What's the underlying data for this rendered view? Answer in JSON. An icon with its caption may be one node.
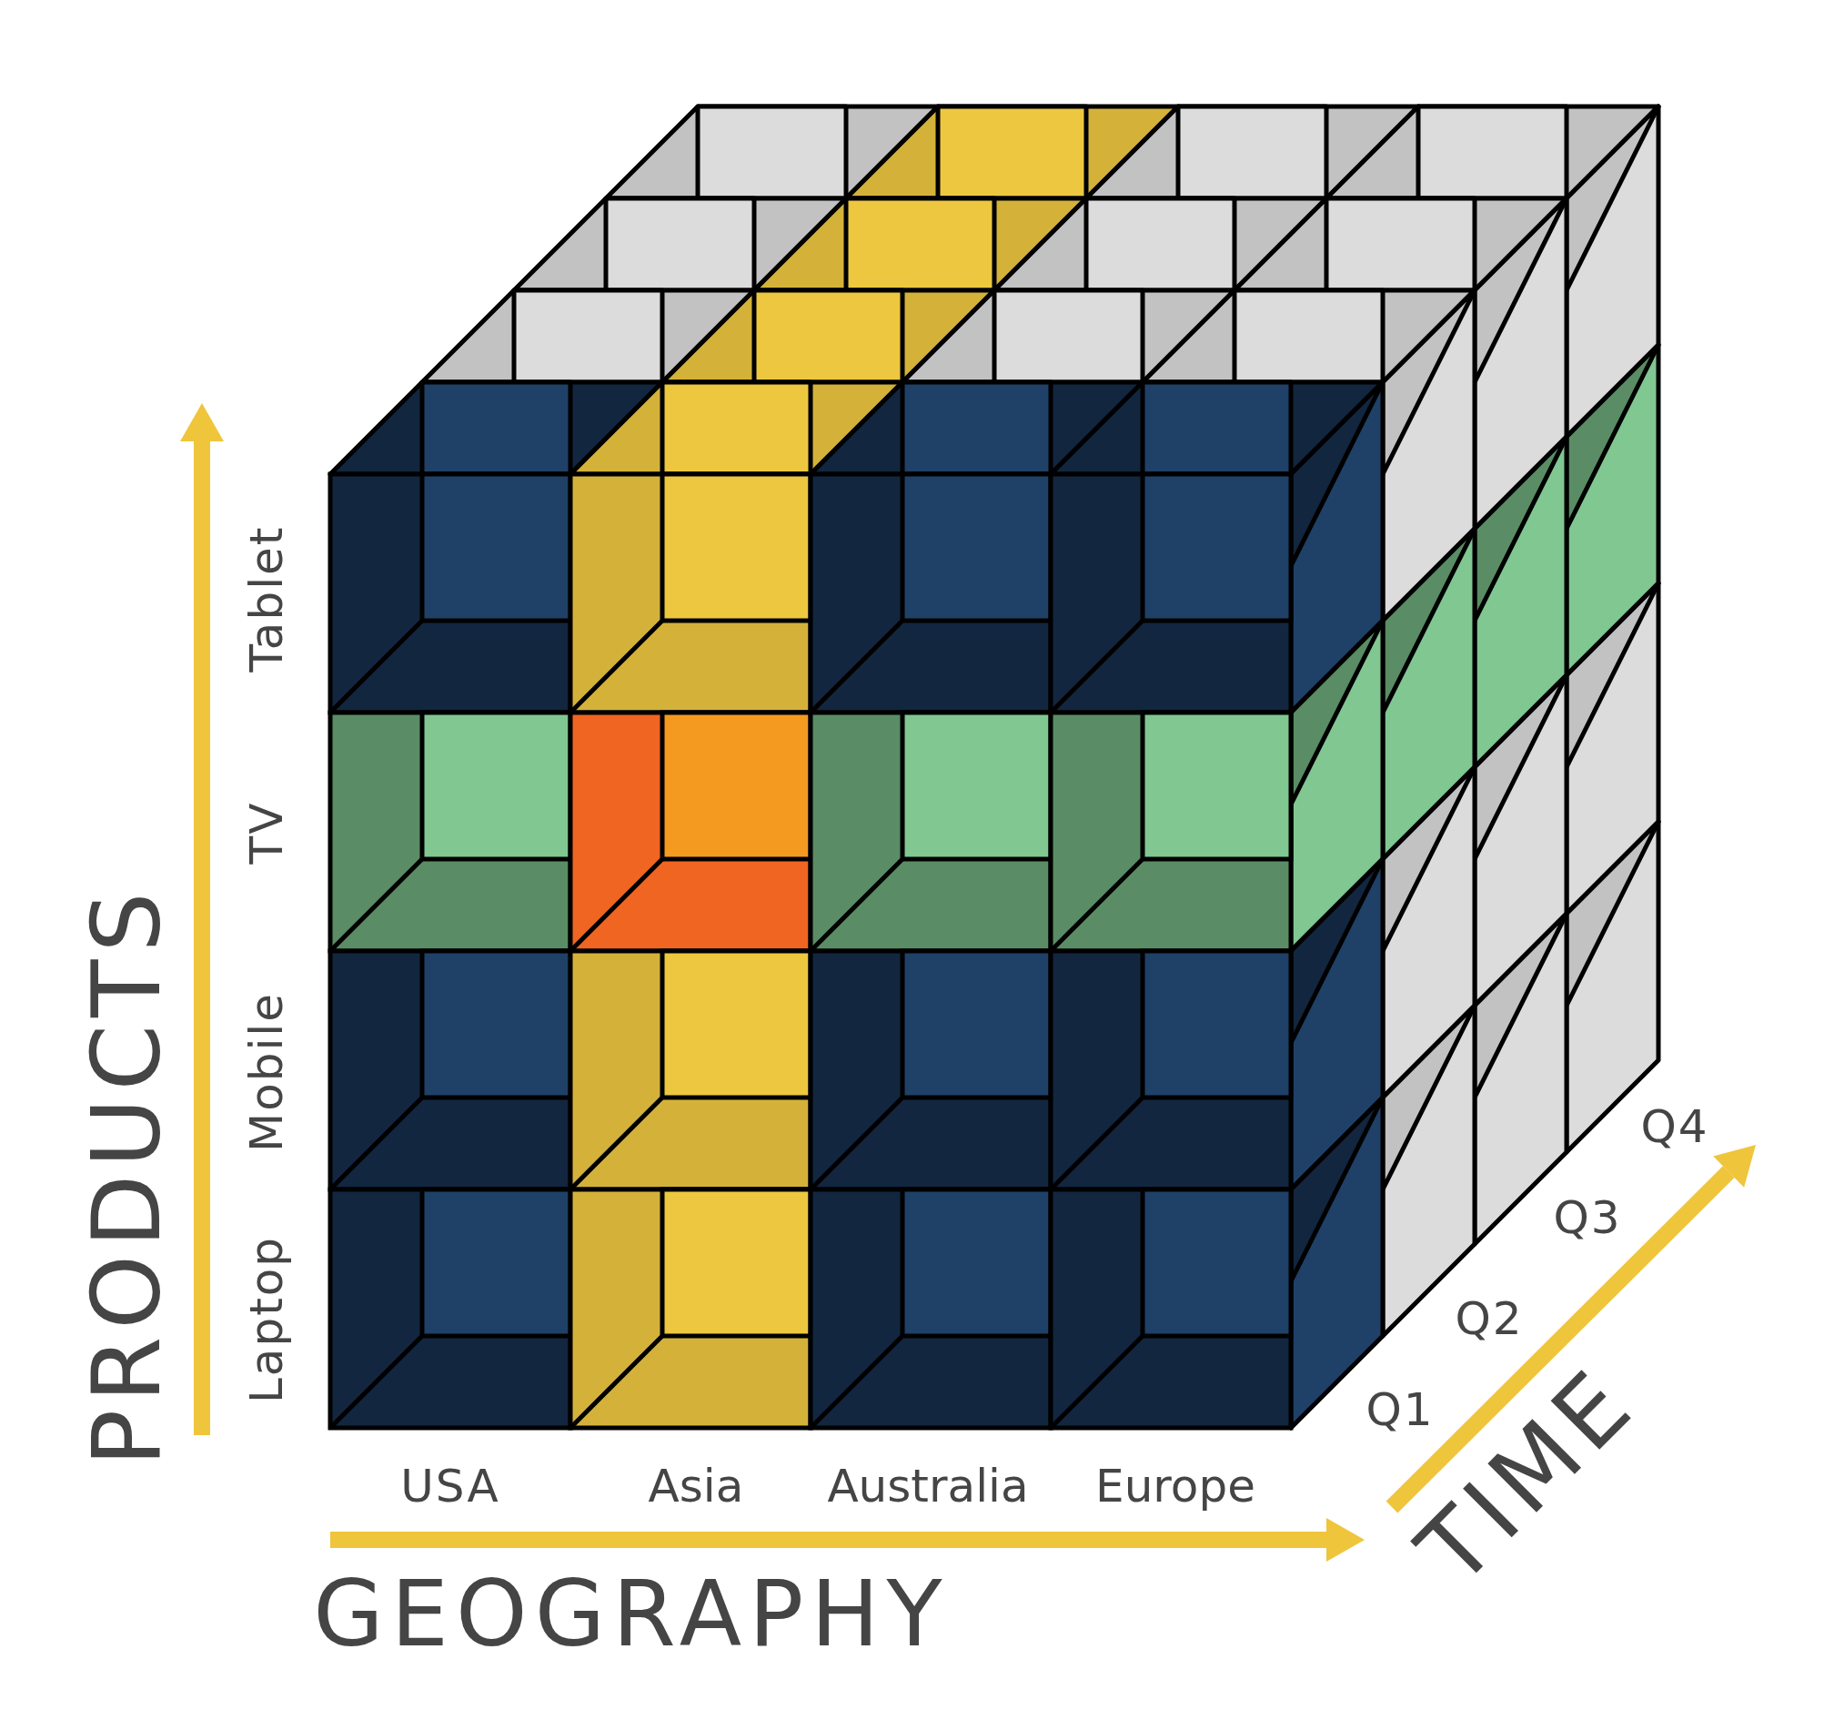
{
  "diagram": {
    "labels": [
      "PRODUCTS",
      "Tablet",
      "TV",
      "Mobile",
      "Laptop",
      "USA",
      "Asia",
      "Australia",
      "Europe",
      "GEOGRAPHY",
      "Q1",
      "Q2",
      "Q3",
      "Q4",
      "TIME"
    ]
  }
}
